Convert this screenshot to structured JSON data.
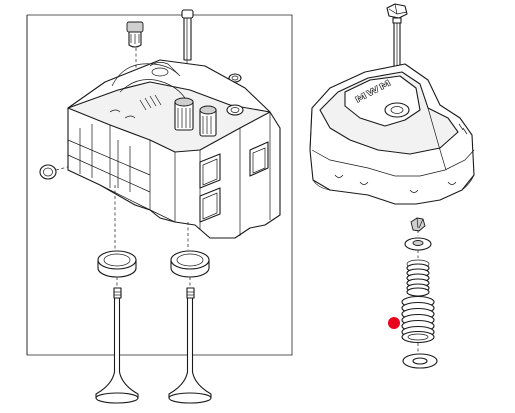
{
  "diagram": {
    "brand_mark": "MWM",
    "colors": {
      "hotspot": "#e8001c",
      "line": "#1a1a1a",
      "background": "#ffffff"
    },
    "parts": [
      {
        "id": "cylinder-head",
        "icon": "cylinder-head-icon"
      },
      {
        "id": "valve-cover",
        "icon": "valve-cover-icon"
      },
      {
        "id": "cover-bolt",
        "icon": "bolt-icon"
      },
      {
        "id": "valve-guide",
        "icon": "valve-guide-icon"
      },
      {
        "id": "valve-stem-seal",
        "icon": "seal-icon"
      },
      {
        "id": "valve-seat-ring-left",
        "icon": "seat-ring-icon"
      },
      {
        "id": "valve-seat-ring-right",
        "icon": "seat-ring-icon"
      },
      {
        "id": "intake-valve",
        "icon": "valve-icon"
      },
      {
        "id": "exhaust-valve",
        "icon": "valve-icon"
      },
      {
        "id": "valve-keepers",
        "icon": "keepers-icon"
      },
      {
        "id": "spring-retainer",
        "icon": "retainer-icon"
      },
      {
        "id": "inner-valve-spring",
        "icon": "spring-icon"
      },
      {
        "id": "outer-valve-spring",
        "icon": "spring-icon"
      },
      {
        "id": "spring-seat-washer",
        "icon": "washer-icon"
      },
      {
        "id": "o-ring-plug",
        "icon": "plug-icon"
      }
    ],
    "hotspot": {
      "target": "outer-valve-spring",
      "color": "#e8001c"
    }
  }
}
